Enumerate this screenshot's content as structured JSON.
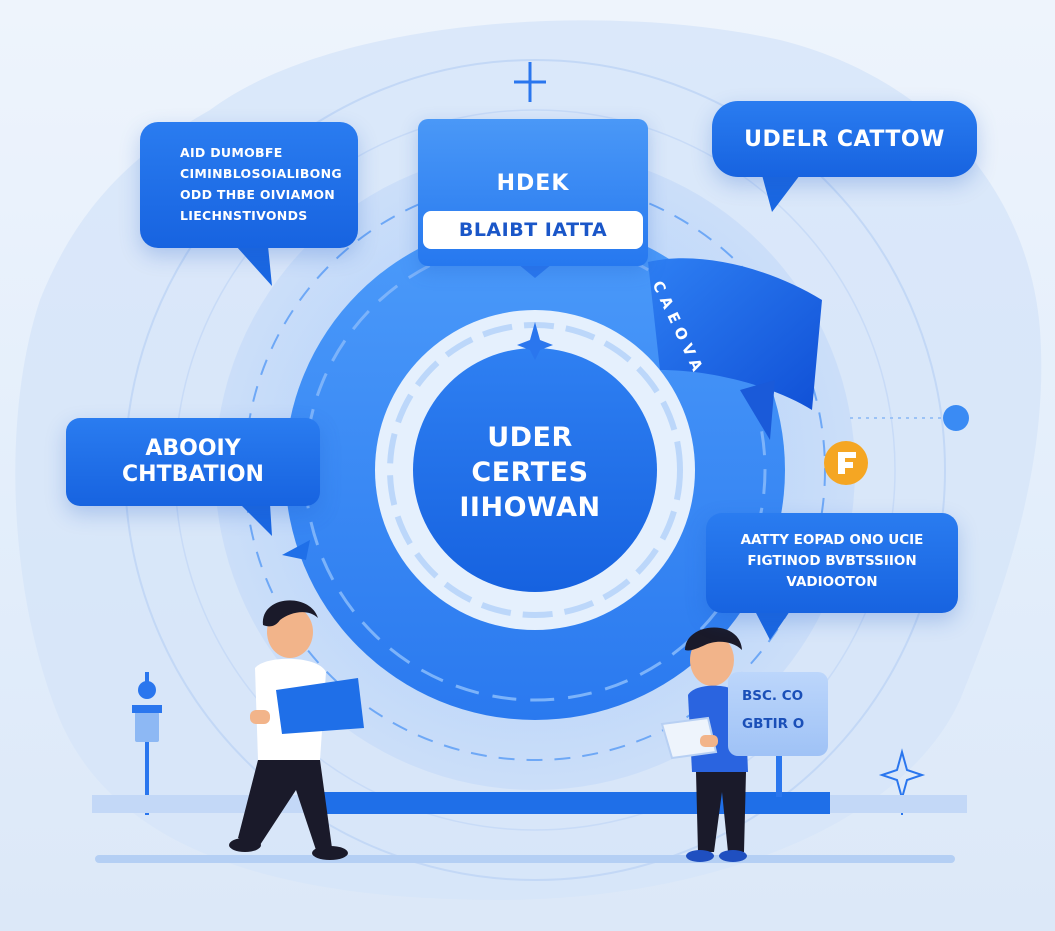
{
  "bubbles": {
    "top_left": [
      "AID DUMOBFE",
      "CIMINBLOSOIALIBONG",
      "ODD THBE OIVIAMON",
      "LIECHNSTIVONDS"
    ],
    "top_right": "UDELR CATTOW",
    "mid_left": [
      "ABOOIY",
      "CHTBATION"
    ],
    "mid_right": [
      "AATTY EOPAD ONO UCIE",
      "FIGTINOD BVBTSSIION",
      "VADIOOTON"
    ]
  },
  "header_card": {
    "title": "HDEK",
    "pill": "BLAIBT IATTA"
  },
  "center": {
    "lines": [
      "UDER",
      "CERTES",
      "IIHOWAN"
    ]
  },
  "side_tab": {
    "text": "CAEOVA"
  },
  "sign": {
    "line1": "BSC. CO",
    "line2": "GBTIR O"
  },
  "colors": {
    "primary": "#1f6fe8",
    "light": "#cfe1fb",
    "accent_orange": "#f5a623",
    "background": "#e8f0fb"
  }
}
